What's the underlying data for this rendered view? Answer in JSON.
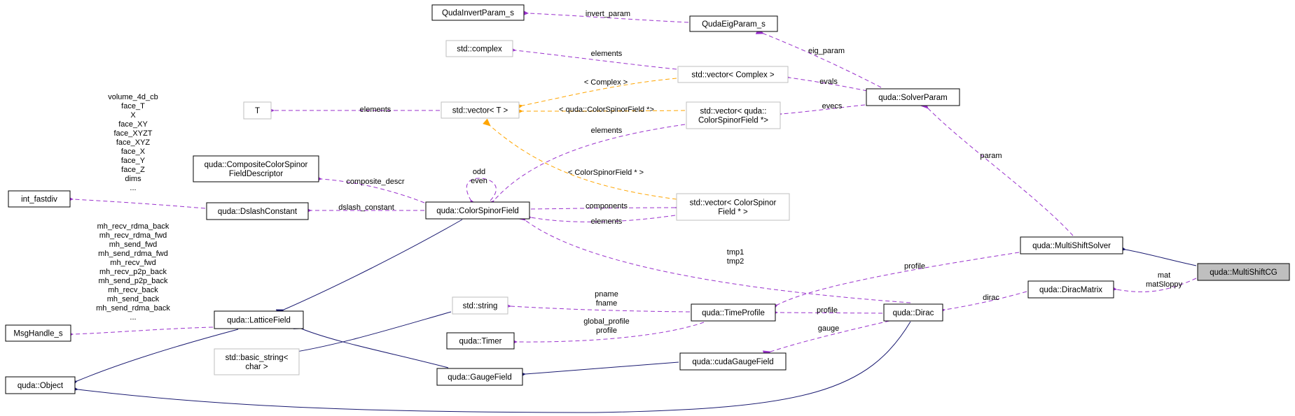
{
  "nodes": [
    {
      "id": "n_qip",
      "lines": [
        "QudaInvertParam_s"
      ],
      "ext": false
    },
    {
      "id": "n_qep",
      "lines": [
        "QudaEigParam_s"
      ],
      "ext": false
    },
    {
      "id": "n_cplx",
      "lines": [
        "std::complex"
      ],
      "ext": true
    },
    {
      "id": "n_vcplx",
      "lines": [
        "std::vector< Complex >"
      ],
      "ext": true
    },
    {
      "id": "n_T",
      "lines": [
        "T"
      ],
      "ext": true
    },
    {
      "id": "n_vT",
      "lines": [
        "std::vector< T >"
      ],
      "ext": true
    },
    {
      "id": "n_vcsf",
      "lines": [
        "std::vector< quda::",
        "ColorSpinorField *>"
      ],
      "ext": true
    },
    {
      "id": "n_sp",
      "lines": [
        "quda::SolverParam"
      ],
      "ext": false
    },
    {
      "id": "n_ccsfd",
      "lines": [
        "quda::CompositeColorSpinor",
        "FieldDescriptor"
      ],
      "ext": false
    },
    {
      "id": "n_ifd",
      "lines": [
        "int_fastdiv"
      ],
      "ext": false
    },
    {
      "id": "n_dc",
      "lines": [
        "quda::DslashConstant"
      ],
      "ext": false
    },
    {
      "id": "n_csf",
      "lines": [
        "quda::ColorSpinorField"
      ],
      "ext": false
    },
    {
      "id": "n_vcsf2",
      "lines": [
        "std::vector< ColorSpinor",
        "Field * >"
      ],
      "ext": true
    },
    {
      "id": "n_mss",
      "lines": [
        "quda::MultiShiftSolver"
      ],
      "ext": false
    },
    {
      "id": "n_mscg",
      "lines": [
        "quda::MultiShiftCG"
      ],
      "ext": false,
      "focus": true
    },
    {
      "id": "n_dm",
      "lines": [
        "quda::DiracMatrix"
      ],
      "ext": false
    },
    {
      "id": "n_str",
      "lines": [
        "std::string"
      ],
      "ext": true
    },
    {
      "id": "n_tp",
      "lines": [
        "quda::TimeProfile"
      ],
      "ext": false
    },
    {
      "id": "n_dirac",
      "lines": [
        "quda::Dirac"
      ],
      "ext": false
    },
    {
      "id": "n_mh",
      "lines": [
        "MsgHandle_s"
      ],
      "ext": false
    },
    {
      "id": "n_lf",
      "lines": [
        "quda::LatticeField"
      ],
      "ext": false
    },
    {
      "id": "n_timer",
      "lines": [
        "quda::Timer"
      ],
      "ext": false
    },
    {
      "id": "n_bstr",
      "lines": [
        "std::basic_string<",
        "char >"
      ],
      "ext": true
    },
    {
      "id": "n_cgf",
      "lines": [
        "quda::cudaGaugeField"
      ],
      "ext": false
    },
    {
      "id": "n_obj",
      "lines": [
        "quda::Object"
      ],
      "ext": false
    },
    {
      "id": "n_gf",
      "lines": [
        "quda::GaugeField"
      ],
      "ext": false
    }
  ],
  "edges": [
    {
      "id": "e_invert",
      "kind": "usage",
      "labels": [
        "invert_param"
      ]
    },
    {
      "id": "e_eig",
      "kind": "usage",
      "labels": [
        "eig_param"
      ]
    },
    {
      "id": "e_elem_cplx",
      "kind": "usage",
      "labels": [
        "elements"
      ]
    },
    {
      "id": "e_evals",
      "kind": "usage",
      "labels": [
        "evals"
      ]
    },
    {
      "id": "e_tmpl_cplx",
      "kind": "tmpl",
      "labels": [
        "< Complex >"
      ]
    },
    {
      "id": "e_elem_T",
      "kind": "usage",
      "labels": [
        "elements"
      ]
    },
    {
      "id": "e_tmpl_csfp",
      "kind": "tmpl",
      "labels": [
        "< quda::ColorSpinorField *>"
      ]
    },
    {
      "id": "e_evecs",
      "kind": "usage",
      "labels": [
        "evecs"
      ]
    },
    {
      "id": "e_elem_vcsf",
      "kind": "usage",
      "labels": [
        "elements"
      ]
    },
    {
      "id": "e_tmpl_csfp2",
      "kind": "tmpl",
      "labels": [
        "< ColorSpinorField * >"
      ]
    },
    {
      "id": "e_oddeven",
      "kind": "usage",
      "labels": [
        "odd",
        "even"
      ]
    },
    {
      "id": "e_composite",
      "kind": "usage",
      "labels": [
        "composite_descr"
      ]
    },
    {
      "id": "e_fastdiv",
      "kind": "usage",
      "labels": [
        "volume_4d_cb",
        "face_T",
        "X",
        "face_XY",
        "face_XYZT",
        "face_XYZ",
        "face_X",
        "face_Y",
        "face_Z",
        "dims",
        "..."
      ]
    },
    {
      "id": "e_dslash",
      "kind": "usage",
      "labels": [
        "dslash_constant"
      ]
    },
    {
      "id": "e_components",
      "kind": "usage",
      "labels": [
        "components"
      ]
    },
    {
      "id": "e_elem_csf",
      "kind": "usage",
      "labels": [
        "elements"
      ]
    },
    {
      "id": "e_param",
      "kind": "usage",
      "labels": [
        "param"
      ]
    },
    {
      "id": "e_inh_mss",
      "kind": "inherit",
      "labels": []
    },
    {
      "id": "e_mat",
      "kind": "usage",
      "labels": [
        "mat",
        "matSloppy"
      ]
    },
    {
      "id": "e_profile_mss",
      "kind": "usage",
      "labels": [
        "profile"
      ]
    },
    {
      "id": "e_tmp",
      "kind": "usage",
      "labels": [
        "tmp1",
        "tmp2"
      ]
    },
    {
      "id": "e_dirac",
      "kind": "usage",
      "labels": [
        "dirac"
      ]
    },
    {
      "id": "e_profile_dirac",
      "kind": "usage",
      "labels": [
        "profile"
      ]
    },
    {
      "id": "e_pname",
      "kind": "usage",
      "labels": [
        "pname",
        "fname"
      ]
    },
    {
      "id": "e_timer",
      "kind": "usage",
      "labels": [
        "global_profile",
        "profile"
      ]
    },
    {
      "id": "e_gauge",
      "kind": "usage",
      "labels": [
        "gauge"
      ]
    },
    {
      "id": "e_mh",
      "kind": "usage",
      "labels": [
        "mh_recv_rdma_back",
        "mh_recv_rdma_fwd",
        "mh_send_fwd",
        "mh_send_rdma_fwd",
        "mh_recv_fwd",
        "mh_recv_p2p_back",
        "mh_send_p2p_back",
        "mh_recv_back",
        "mh_send_back",
        "mh_send_rdma_back",
        "..."
      ]
    },
    {
      "id": "e_inh_csf",
      "kind": "inherit",
      "labels": []
    },
    {
      "id": "e_inh_str",
      "kind": "inherit",
      "labels": []
    },
    {
      "id": "e_inh_gf_lf",
      "kind": "inherit",
      "labels": []
    },
    {
      "id": "e_inh_cgf",
      "kind": "inherit",
      "labels": []
    },
    {
      "id": "e_inh_lf_obj",
      "kind": "inherit",
      "labels": []
    },
    {
      "id": "e_inh_dirac_obj",
      "kind": "inherit",
      "labels": []
    }
  ],
  "colors": {
    "usage": "#9a32cd",
    "template": "#ffa500",
    "inherit": "#191970",
    "external_border": "#bfbfbf",
    "focus_fill": "#bfbfbf"
  }
}
